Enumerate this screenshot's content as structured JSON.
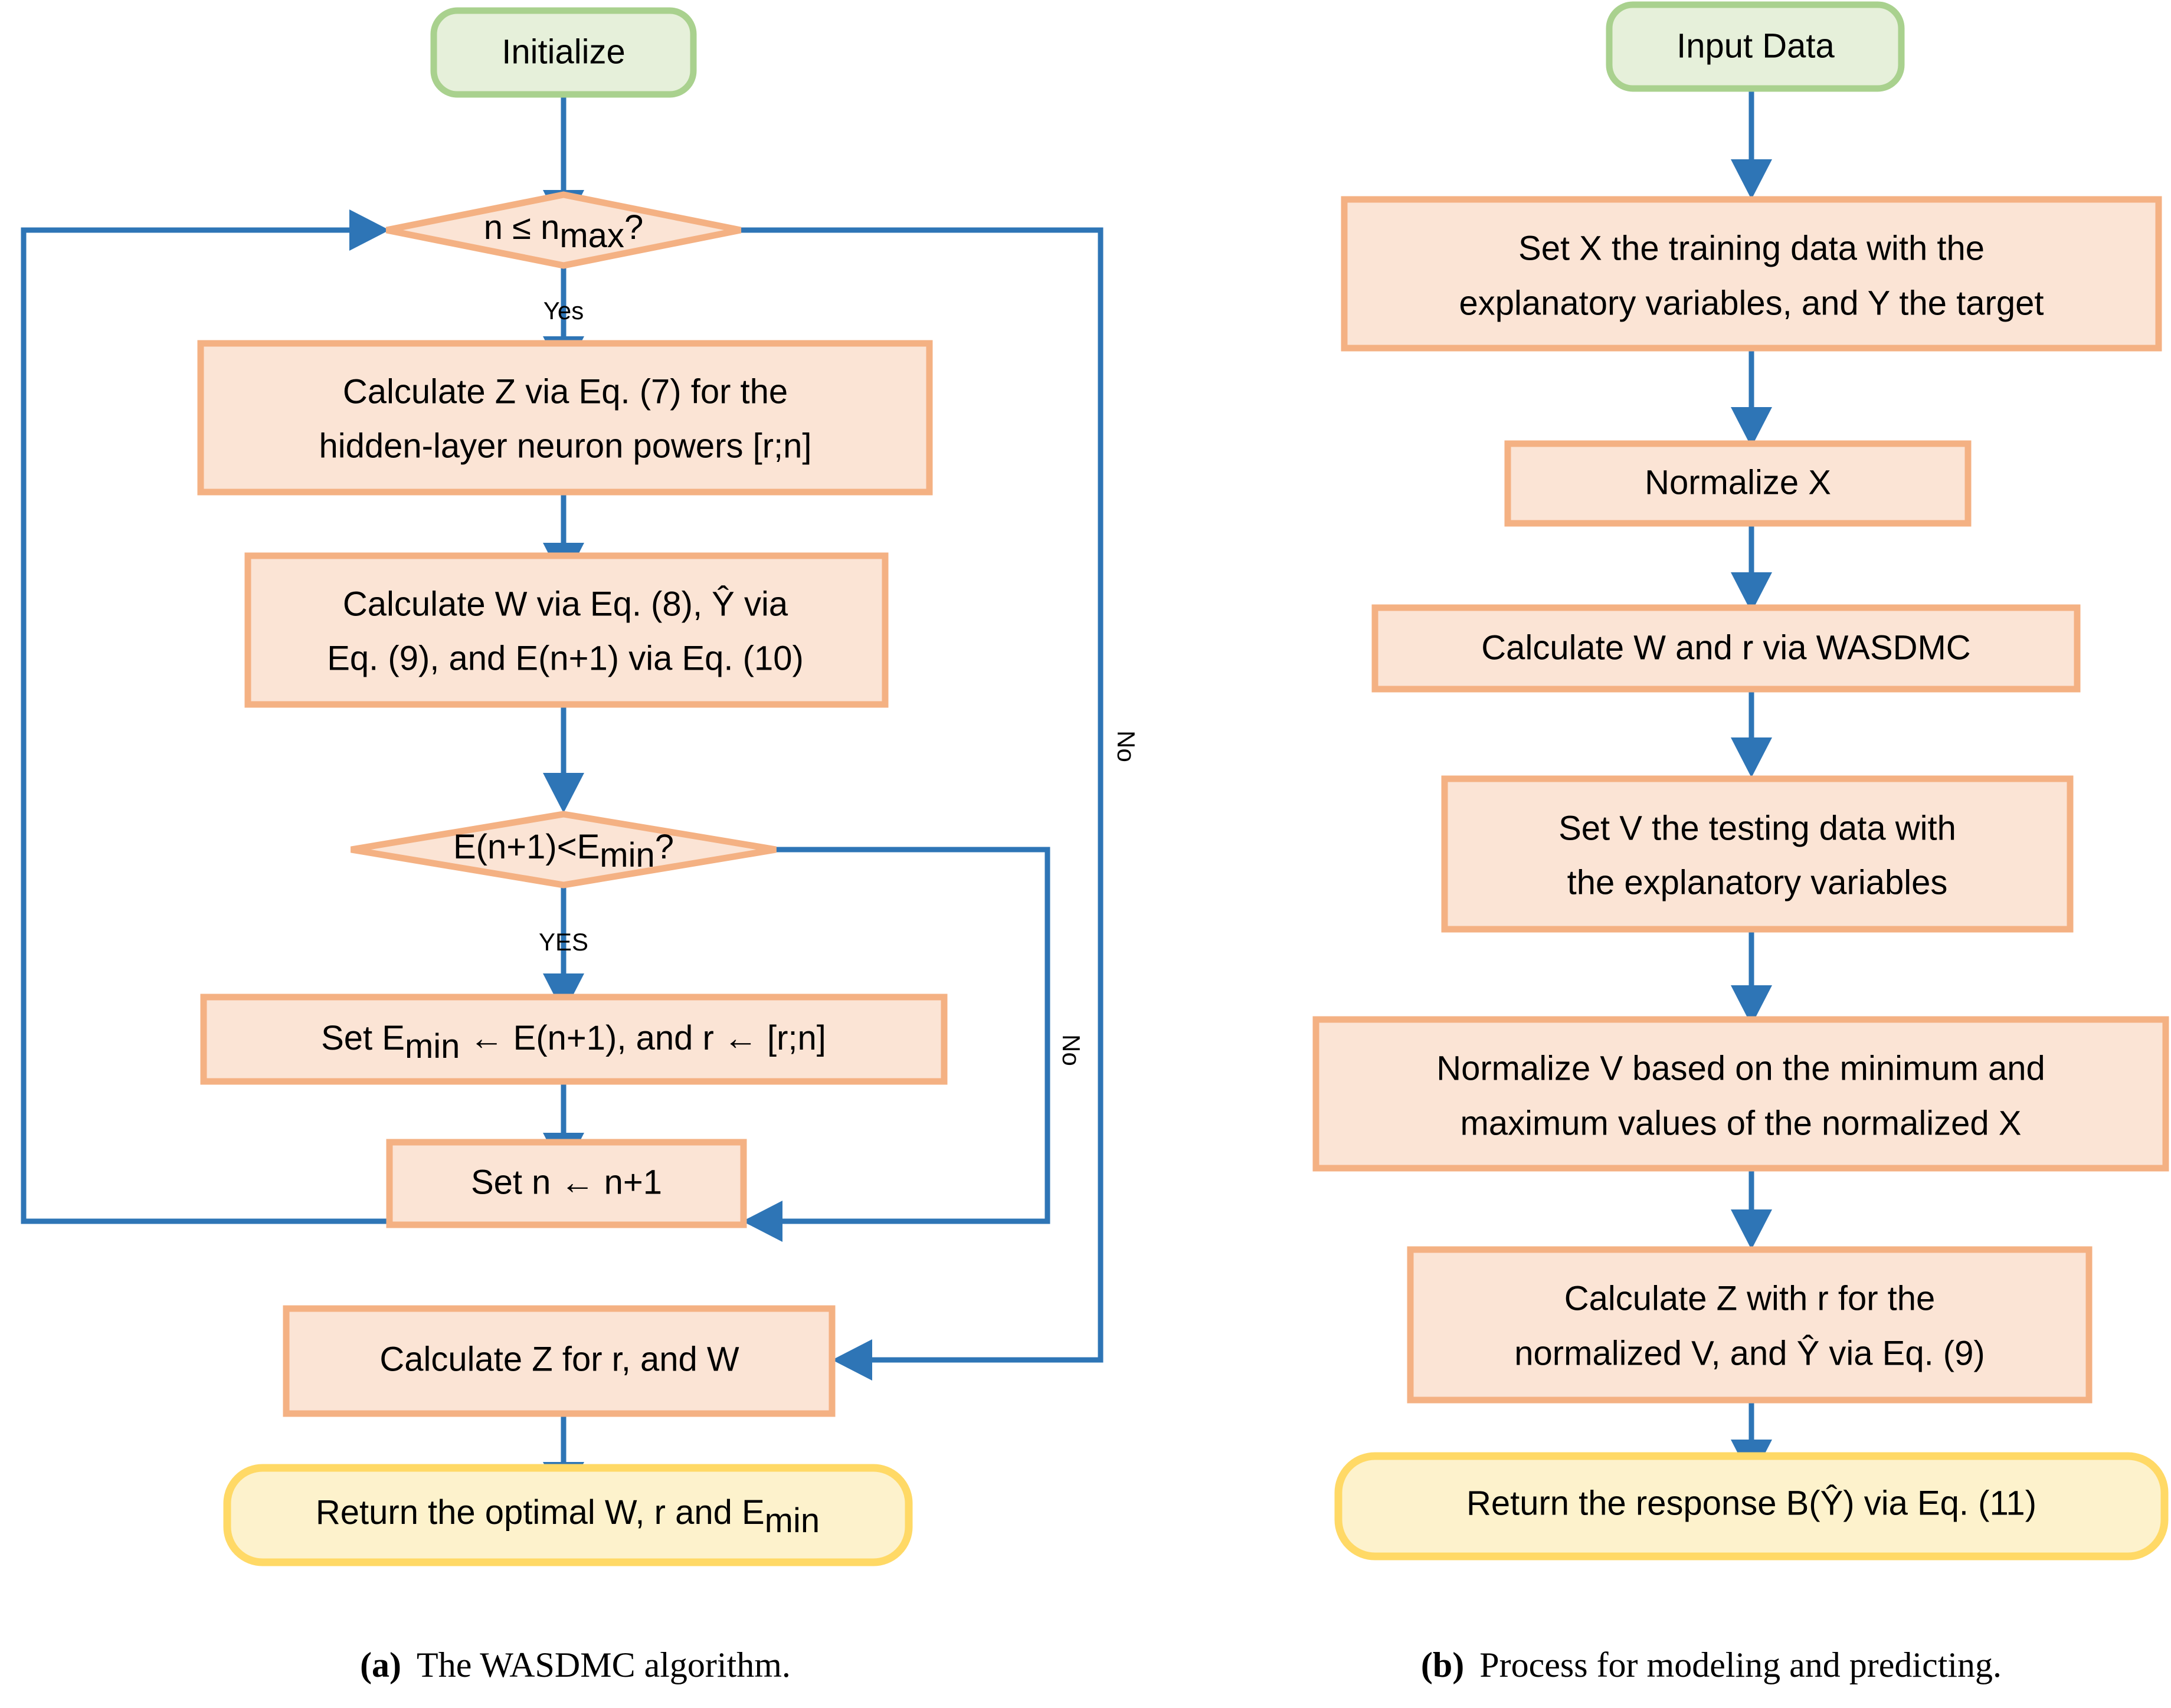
{
  "figure": {
    "panel_a": {
      "caption_tag": "(a)",
      "caption_text": "The WASDMC algorithm.",
      "nodes": {
        "start": "Initialize",
        "decision1_main": "n ≤ n",
        "decision1_sub": "max",
        "decision1_tail": "?",
        "proc1_line1": "Calculate Z via Eq. (7) for the",
        "proc1_line2": "hidden-layer neuron powers [r;n]",
        "proc2_line1": "Calculate W via Eq. (8), Ŷ via",
        "proc2_line2": "Eq. (9), and E(n+1) via Eq. (10)",
        "decision2_main": "E(n+1)<E",
        "decision2_sub": "min",
        "decision2_tail": "?",
        "proc3_pre": "Set E",
        "proc3_sub": "min",
        "proc3_post": " ← E(n+1), and r ← [r;n]",
        "proc4": "Set n ← n+1",
        "proc5": "Calculate Z for r, and W",
        "return_pre": "Return the optimal W, r and E",
        "return_sub": "min"
      },
      "edge_labels": {
        "yes_1": "Yes",
        "no_1": "No",
        "yes_2": "YES",
        "no_2": "No"
      }
    },
    "panel_b": {
      "caption_tag": "(b)",
      "caption_text": "Process for modeling and predicting.",
      "nodes": {
        "start": "Input Data",
        "proc1_line1": "Set X the training data with the",
        "proc1_line2": "explanatory variables, and Y the target",
        "proc2": "Normalize X",
        "proc3": "Calculate W and r via WASDMC",
        "proc4_line1": "Set V the testing data with",
        "proc4_line2": "the explanatory variables",
        "proc5_line1": "Normalize V based on the minimum and",
        "proc5_line2": "maximum values of the normalized X",
        "proc6_line1": "Calculate Z with r for the",
        "proc6_line2": "normalized V, and Ŷ via Eq. (9)",
        "return": "Return the response B(Ŷ) via Eq. (11)"
      }
    }
  },
  "colors": {
    "terminal_fill": "#e6f0da",
    "terminal_stroke": "#a9d18e",
    "process_fill": "#fbe4d5",
    "process_stroke": "#f4b183",
    "return_fill": "#fdf2cc",
    "return_stroke": "#ffd966",
    "edge": "#2e75b6",
    "text": "#000000",
    "background": "#ffffff"
  }
}
